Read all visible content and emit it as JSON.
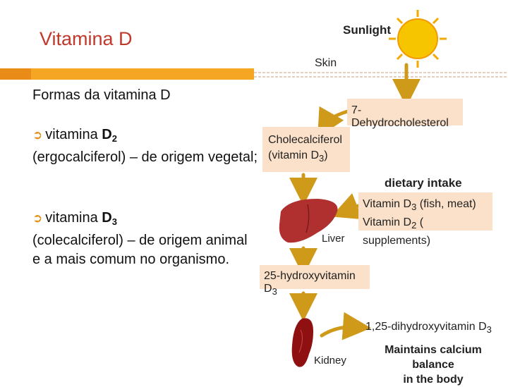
{
  "slide": {
    "title": "Vitamina D",
    "subtitle": "Formas da vitamina D"
  },
  "bullets": [
    {
      "lead": "vitamina ",
      "dname": "D",
      "dsub": "2",
      "rest": "(ergocalciferol) – de origem vegetal;"
    },
    {
      "lead": "vitamina ",
      "dname": "D",
      "dsub": "3",
      "rest": "(colecalciferol) – de origem animal e a mais comum no organismo."
    }
  ],
  "diagram": {
    "sunlight": "Sunlight",
    "skin": "Skin",
    "dehydro": "7-Dehydrocholesterol",
    "chole_line1": "Cholecalciferol",
    "chole_line2_pre": "(vitamin D",
    "chole_line2_sub": "3",
    "chole_line2_post": ")",
    "dietary": "dietary intake",
    "vit_d3_pre": "Vitamin D",
    "vit_d3_sub": "3",
    "vit_d3_post": " (fish, meat)",
    "vit_d2_pre": "Vitamin D",
    "vit_d2_sub": "2",
    "vit_d2_post": " ( supplements)",
    "liver": "Liver",
    "hydroxy_pre": "25-hydroxyvitamin D",
    "hydroxy_sub": "3",
    "dihydroxy_pre": "1,25-dihydroxyvitamin D",
    "dihydroxy_sub": "3",
    "maintains_line1": "Maintains calcium balance",
    "maintains_line2": "in the body",
    "kidney": "Kidney"
  },
  "colors": {
    "title": "#c0392b",
    "accent": "#f5a623",
    "bullet": "#e38d13",
    "box_fill": "#fbe1c9",
    "arrow": "#cf9a1a",
    "sun": "#f7c400",
    "liver": "#b03030",
    "kidney": "#8e1010"
  },
  "icons": {
    "bullet": "arrow-bullet-icon",
    "sun": "sun-icon",
    "liver": "liver-icon",
    "kidney": "kidney-icon"
  }
}
